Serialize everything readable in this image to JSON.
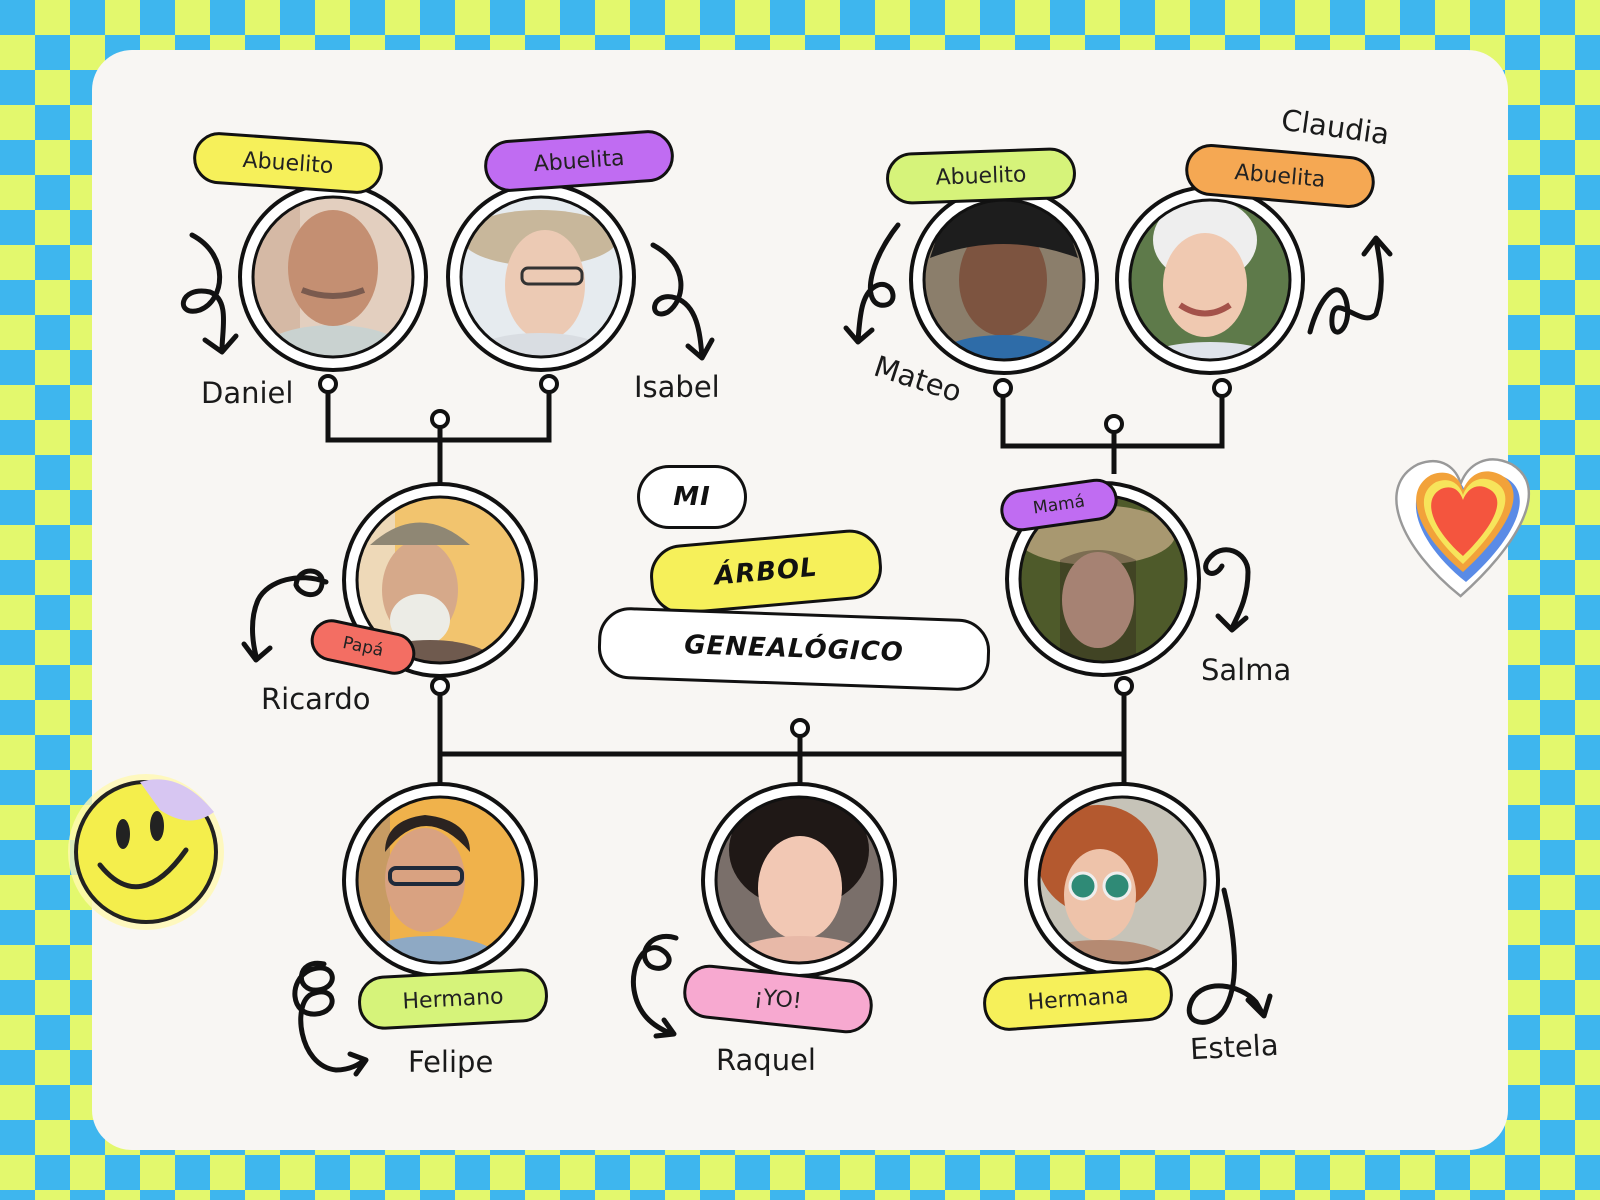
{
  "title": {
    "line1": "MI",
    "line2": "ÁRBOL",
    "line3": "GENEALÓGICO"
  },
  "members": {
    "daniel": {
      "name": "Daniel",
      "role": "Abuelito"
    },
    "isabel": {
      "name": "Isabel",
      "role": "Abuelita"
    },
    "mateo": {
      "name": "Mateo",
      "role": "Abuelito"
    },
    "claudia": {
      "name": "Claudia",
      "role": "Abuelita"
    },
    "ricardo": {
      "name": "Ricardo",
      "role": "Papá"
    },
    "salma": {
      "name": "Salma",
      "role": "Mamá"
    },
    "felipe": {
      "name": "Felipe",
      "role": "Hermano"
    },
    "raquel": {
      "name": "Raquel",
      "role": "¡YO!"
    },
    "estela": {
      "name": "Estela",
      "role": "Hermana"
    }
  },
  "colors": {
    "yellow": "#f6f05a",
    "purple": "#c06cf2",
    "lime": "#d6f37a",
    "orange": "#f5a853",
    "red": "#f36e63",
    "pink": "#f7a9d0",
    "checker_blue": "#3eb6ee",
    "checker_lime": "#e3f86d",
    "card": "#f8f6f3"
  },
  "icons": [
    "smiley-sticker-icon",
    "heart-sticker-icon",
    "swirl-arrow-icon"
  ]
}
